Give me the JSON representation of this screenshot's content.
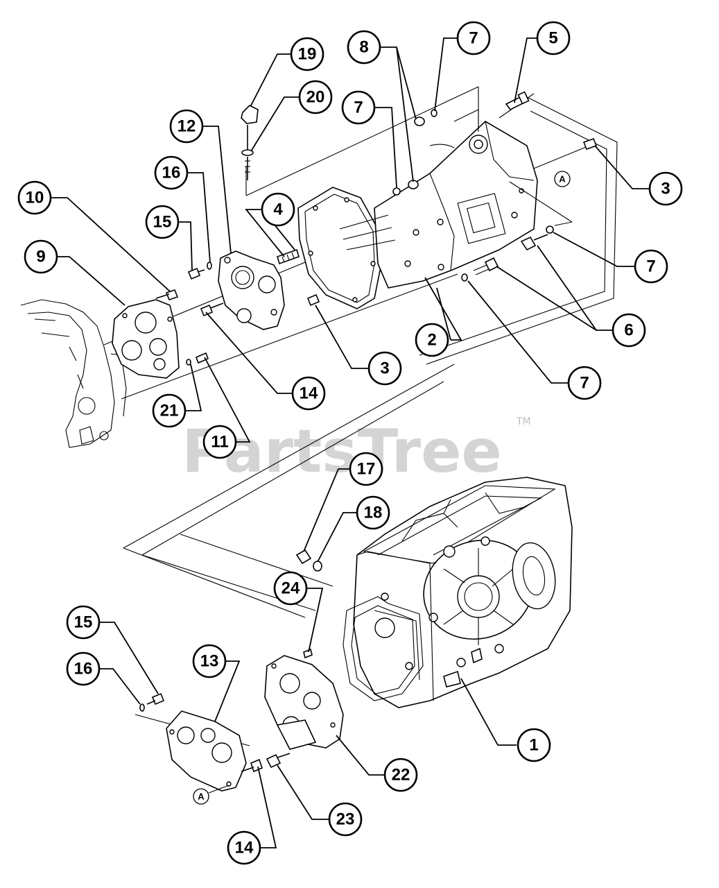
{
  "diagram": {
    "callouts": [
      {
        "id": "c1",
        "label": "1"
      },
      {
        "id": "c2",
        "label": "2"
      },
      {
        "id": "c3a",
        "label": "3"
      },
      {
        "id": "c3b",
        "label": "3"
      },
      {
        "id": "c4",
        "label": "4"
      },
      {
        "id": "c5",
        "label": "5"
      },
      {
        "id": "c6",
        "label": "6"
      },
      {
        "id": "c7a",
        "label": "7"
      },
      {
        "id": "c7b",
        "label": "7"
      },
      {
        "id": "c7c",
        "label": "7"
      },
      {
        "id": "c7d",
        "label": "7"
      },
      {
        "id": "c8",
        "label": "8"
      },
      {
        "id": "c9",
        "label": "9"
      },
      {
        "id": "c10",
        "label": "10"
      },
      {
        "id": "c11",
        "label": "11"
      },
      {
        "id": "c12",
        "label": "12"
      },
      {
        "id": "c13",
        "label": "13"
      },
      {
        "id": "c14a",
        "label": "14"
      },
      {
        "id": "c14b",
        "label": "14"
      },
      {
        "id": "c15a",
        "label": "15"
      },
      {
        "id": "c15b",
        "label": "15"
      },
      {
        "id": "c16a",
        "label": "16"
      },
      {
        "id": "c16b",
        "label": "16"
      },
      {
        "id": "c17",
        "label": "17"
      },
      {
        "id": "c18",
        "label": "18"
      },
      {
        "id": "c19",
        "label": "19"
      },
      {
        "id": "c20",
        "label": "20"
      },
      {
        "id": "c21",
        "label": "21"
      },
      {
        "id": "c22",
        "label": "22"
      },
      {
        "id": "c23",
        "label": "23"
      },
      {
        "id": "c24",
        "label": "24"
      }
    ],
    "reference_markers": [
      {
        "id": "refA1",
        "label": "A"
      },
      {
        "id": "refA2",
        "label": "A"
      }
    ],
    "watermark": {
      "text": "PartsTree",
      "trademark": "TM"
    }
  }
}
